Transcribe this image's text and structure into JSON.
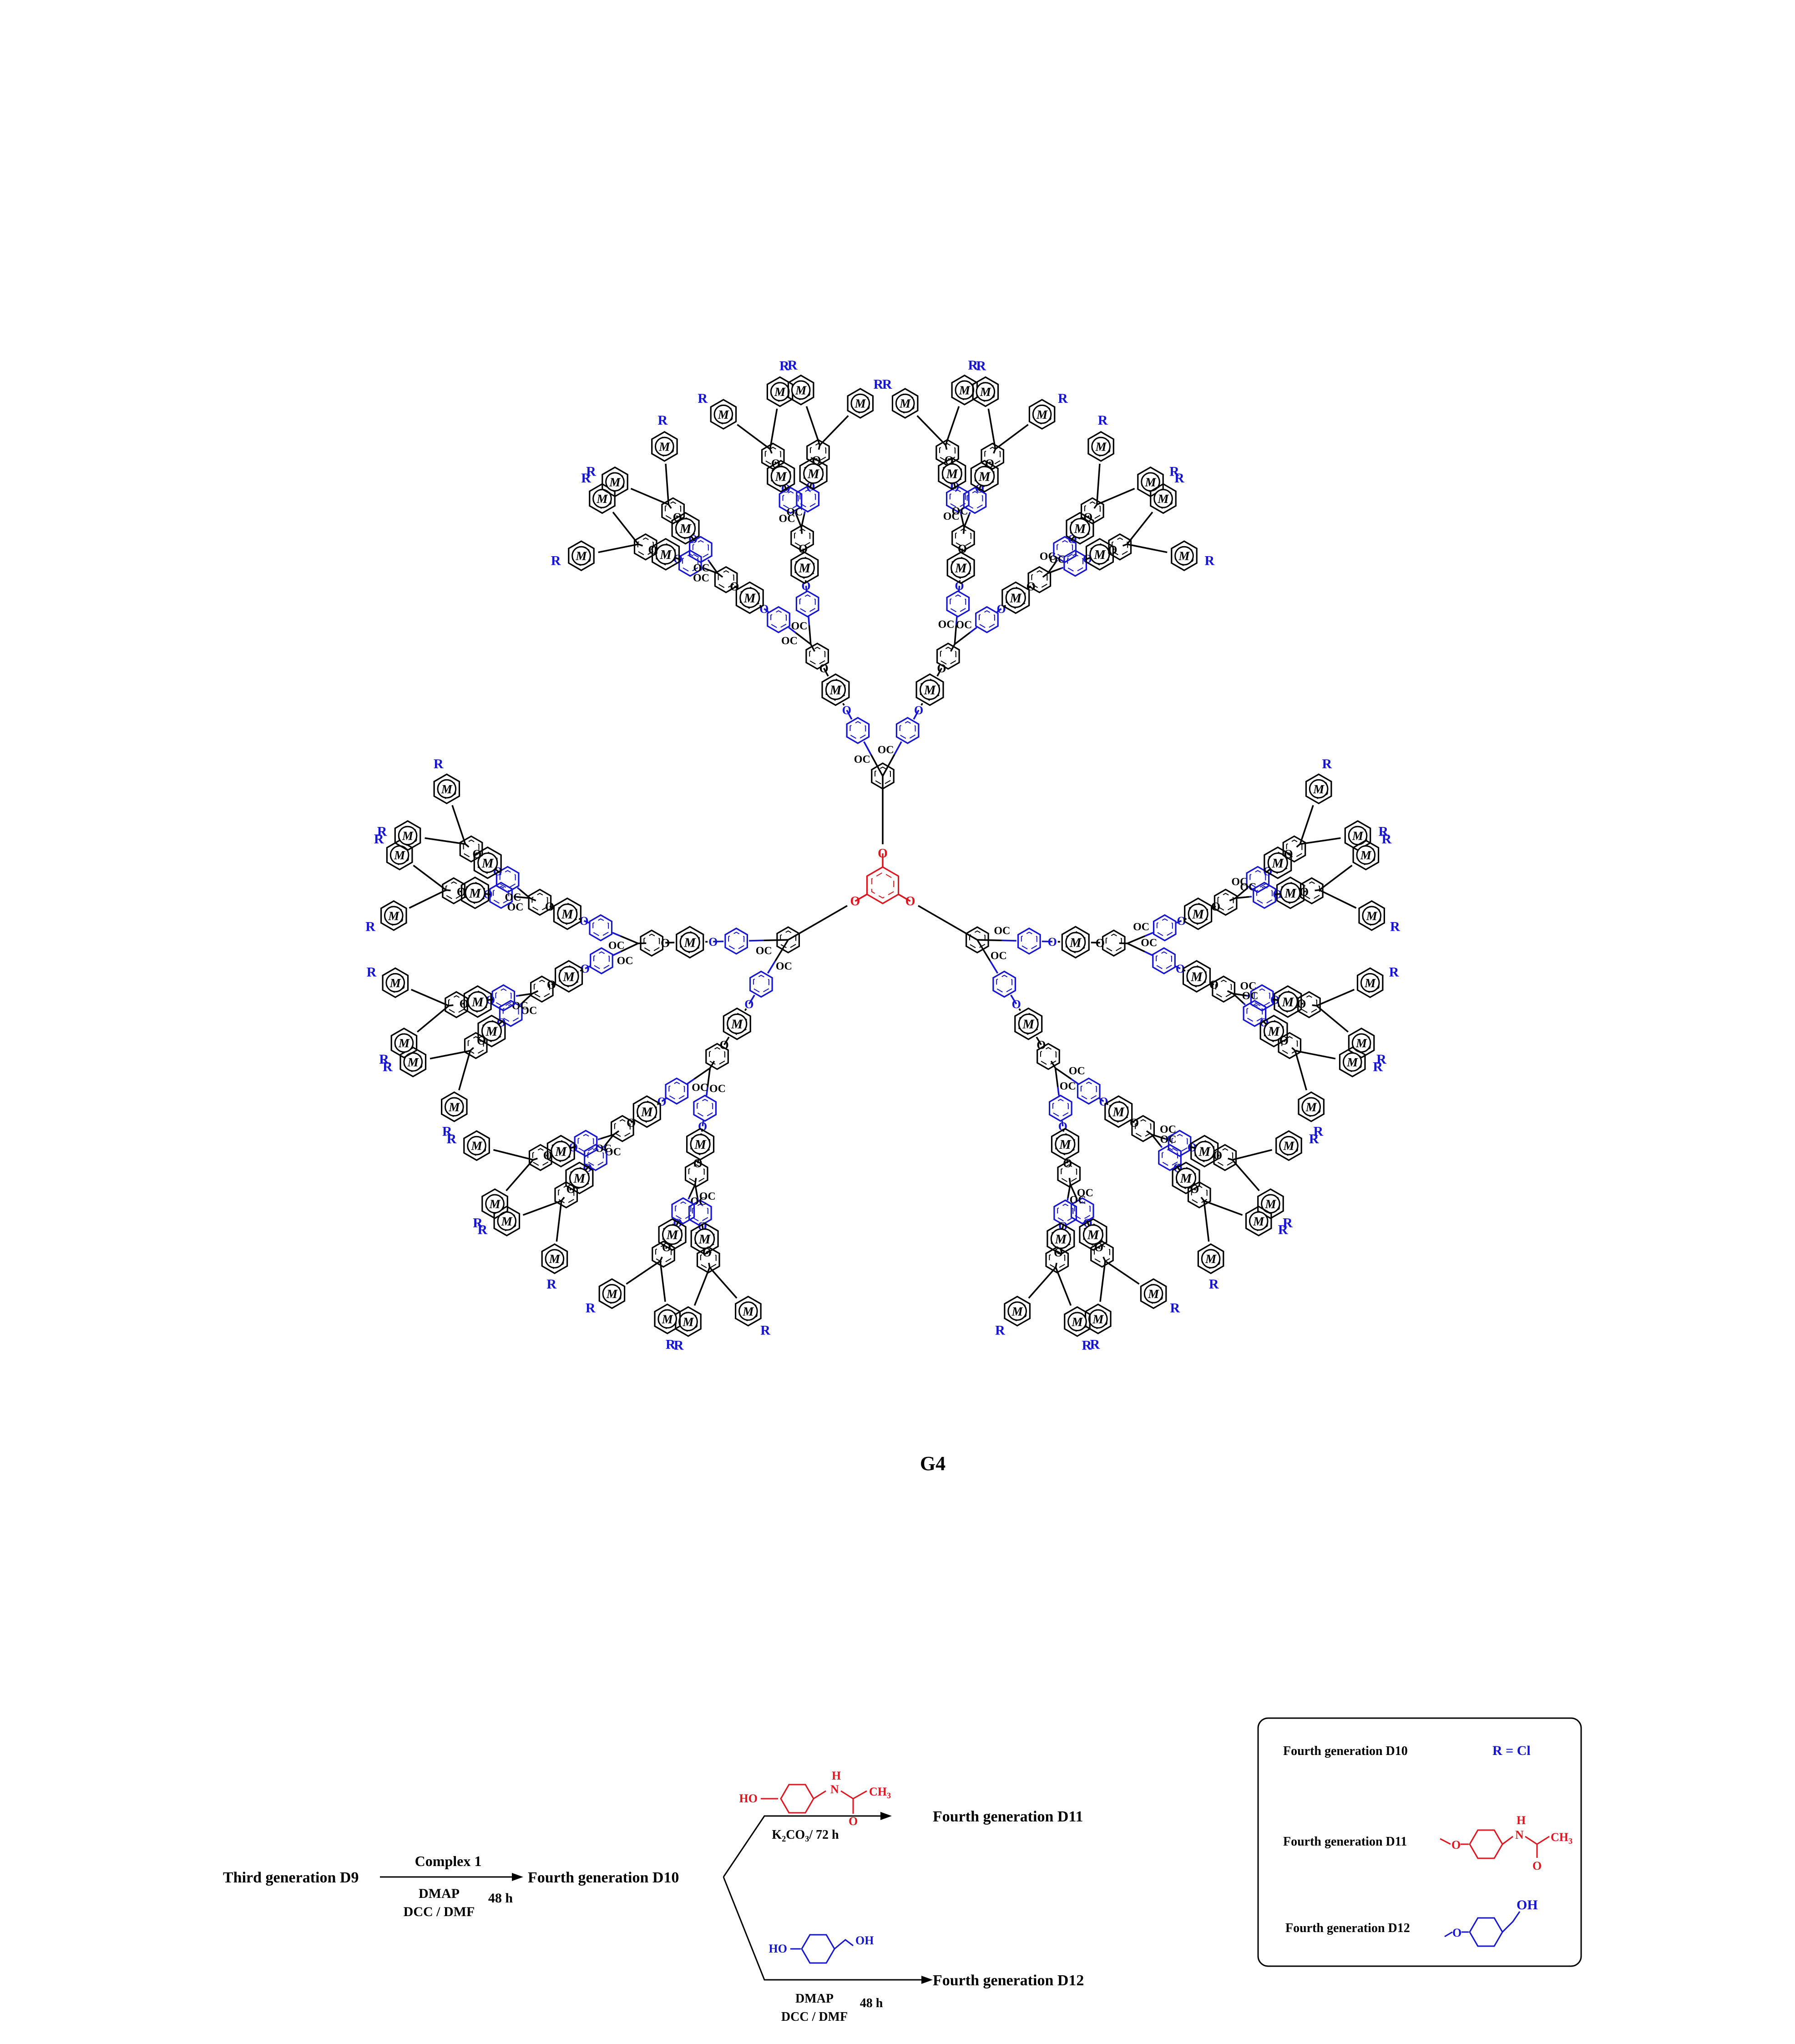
{
  "structure": {
    "generation_label": "G4",
    "metal_symbol": "M",
    "terminal_group": "R",
    "atom_oxygen": "O",
    "atom_carbon": "C",
    "ester_label": "OC",
    "ester_o": "O"
  },
  "scheme": {
    "start": "Third generation D9",
    "reagent_1": "Complex 1",
    "cond_1": "DMAP",
    "cond_2": "DCC / DMF",
    "time_1": "48 h",
    "product_d10": "Fourth generation D10",
    "phenol_ho": "HO",
    "phenol_h": "H",
    "phenol_n": "N",
    "phenol_ch3": "CH",
    "phenol_ch3_sub": "3",
    "phenol_o": "O",
    "cond_k2co3": "K",
    "cond_k2co3_sub2": "2",
    "cond_k2co3_mid": "CO",
    "cond_k2co3_sub3": "3",
    "cond_k2co3_rest": "/ 72 h",
    "product_d11": "Fourth generation D11",
    "alcohol_ho": "HO",
    "alcohol_oh": "OH",
    "cond_3": "DMAP",
    "cond_4": "DCC / DMF",
    "time_2": "48 h",
    "product_d12": "Fourth generation D12"
  },
  "legend": {
    "d10": "Fourth generation D10",
    "r_eq_cl": "R = Cl",
    "d11": "Fourth generation D11",
    "d11_h": "H",
    "d11_n": "N",
    "d11_ch3": "CH",
    "d11_ch3_sub": "3",
    "d11_o": "O",
    "d11_link_o": "O",
    "d12": "Fourth generation D12",
    "d12_oh": "OH",
    "d12_link_o": "O"
  },
  "colors": {
    "black": "#000000",
    "blue": "#1414d2",
    "red": "#e0141e"
  }
}
